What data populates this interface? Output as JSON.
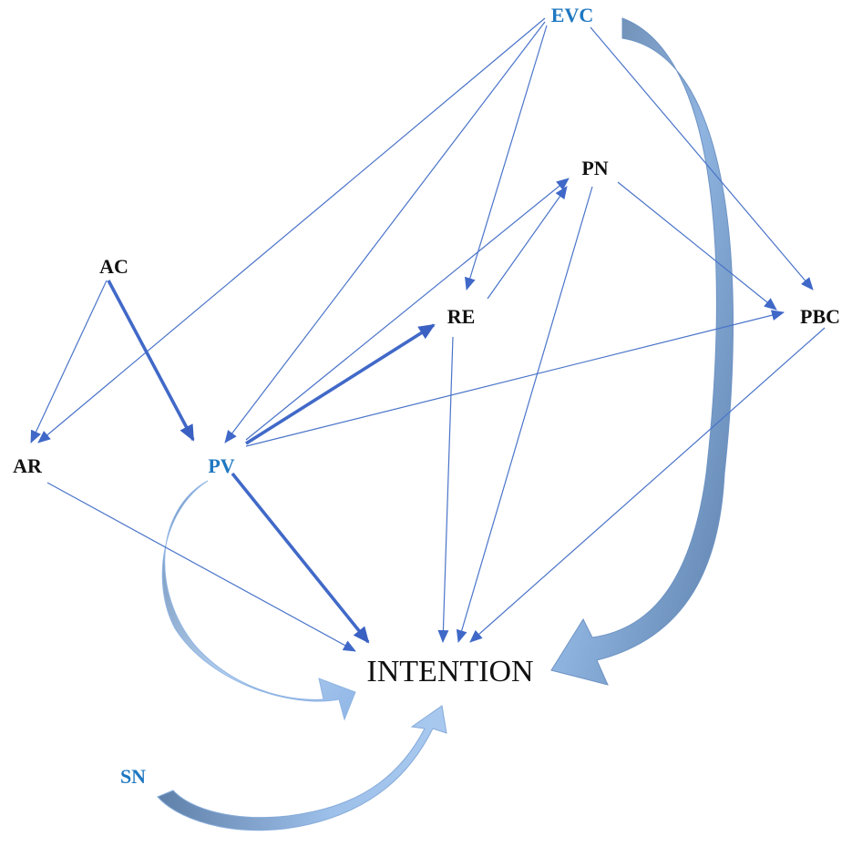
{
  "diagram": {
    "nodes": {
      "evc": "EVC",
      "pn": "PN",
      "ac": "AC",
      "re": "RE",
      "pbc": "PBC",
      "ar": "AR",
      "pv": "PV",
      "intention": "INTENTION",
      "sn": "SN"
    },
    "edges": [
      {
        "from": "EVC",
        "to": "AR",
        "weight": "thin"
      },
      {
        "from": "EVC",
        "to": "PV",
        "weight": "thin"
      },
      {
        "from": "EVC",
        "to": "RE",
        "weight": "thin"
      },
      {
        "from": "EVC",
        "to": "PBC",
        "weight": "thin"
      },
      {
        "from": "AC",
        "to": "AR",
        "weight": "thin"
      },
      {
        "from": "AC",
        "to": "PV",
        "weight": "thick"
      },
      {
        "from": "PV",
        "to": "RE",
        "weight": "thick"
      },
      {
        "from": "PV",
        "to": "PN",
        "weight": "thin"
      },
      {
        "from": "PV",
        "to": "PBC",
        "weight": "thin"
      },
      {
        "from": "PV",
        "to": "INTENTION",
        "weight": "thick"
      },
      {
        "from": "RE",
        "to": "PN",
        "weight": "thin"
      },
      {
        "from": "RE",
        "to": "INTENTION",
        "weight": "thin"
      },
      {
        "from": "PN",
        "to": "PBC",
        "weight": "thin"
      },
      {
        "from": "PN",
        "to": "INTENTION",
        "weight": "thin"
      },
      {
        "from": "PBC",
        "to": "INTENTION",
        "weight": "thin"
      },
      {
        "from": "AR",
        "to": "INTENTION",
        "weight": "thin"
      },
      {
        "from": "EVC",
        "to": "INTENTION",
        "weight": "curved-band"
      },
      {
        "from": "PV",
        "to": "INTENTION",
        "weight": "curved-band"
      },
      {
        "from": "SN",
        "to": "INTENTION",
        "weight": "curved-band"
      }
    ],
    "colors": {
      "edge": "#4a74c9",
      "band_light": "#9dc0ea",
      "band_dark": "#5a7da9",
      "label_blue": "#1f78c1",
      "label_black": "#111111"
    }
  }
}
